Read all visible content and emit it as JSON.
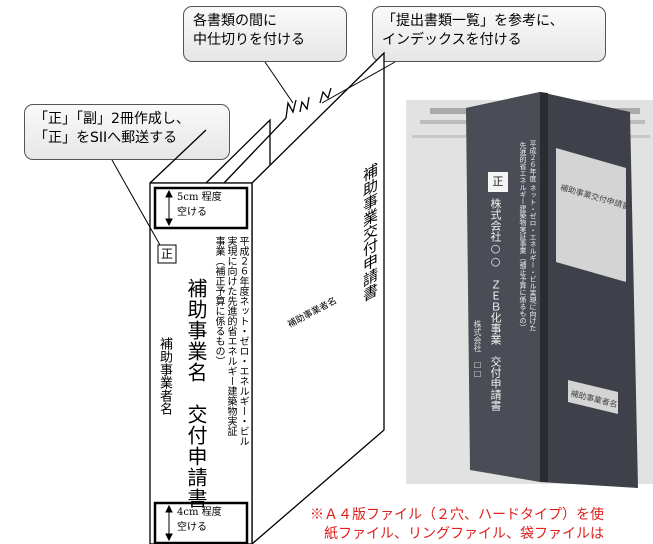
{
  "callouts": {
    "divider": [
      "各書類の間に",
      "中仕切りを付ける"
    ],
    "index": [
      "「提出書類一覧」を参考に、",
      "インデックスを付ける"
    ],
    "copies": [
      "「正」「副」2冊作成し、",
      "「正」をSIIへ郵送する"
    ]
  },
  "spine": {
    "top_space": [
      "5cm 程度",
      "空ける"
    ],
    "bottom_space": [
      "4cm 程度",
      "空ける"
    ],
    "badge": "正",
    "title_lines": [
      "平成２６年度ネット・ゼロ・エネルギー・ビル",
      "実現に向けた先進的省エネルギー建築物実証",
      "事業（補正予算に係るもの）"
    ],
    "main_title": "補助事業名　交付申請書",
    "owner": "補助事業者名"
  },
  "cover": {
    "title": "補助事業交付申請書",
    "owner": "補助事業者名"
  },
  "photo": {
    "badge": "正",
    "title_lines": [
      "平成２６年度 ネット・ゼロ・エネルギー・ビル実現に向けた",
      "先進的省エネルギー建築物実証事業（補正予算に係るもの）"
    ],
    "company": "株式会社○○　ＺＥＢ化事業　交付申請書",
    "company_sub": "株式会社　□□",
    "label1": "補助事業交付申請書",
    "label2": "補助事業者名"
  },
  "note": [
    "※Ａ４版ファイル（２穴、ハードタイプ）を使",
    "紙ファイル、リングファイル、袋ファイルは"
  ]
}
